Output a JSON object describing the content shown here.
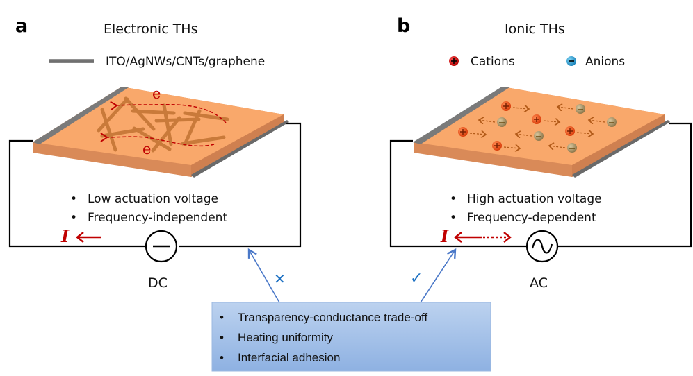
{
  "panels": {
    "a": {
      "letter": "a",
      "title": "Electronic THs",
      "legend_label": "ITO/AgNWs/CNTs/graphene",
      "electron_label_top": "e",
      "electron_label_bottom": "e",
      "bullets": [
        "Low actuation voltage",
        "Frequency-independent"
      ],
      "current_symbol": "I",
      "source_label": "DC",
      "source_icon": "dc-source-icon",
      "verdict_mark": "✕"
    },
    "b": {
      "letter": "b",
      "title": "Ionic THs",
      "legend_cation": "Cations",
      "legend_anion": "Anions",
      "bullets": [
        "High actuation voltage",
        "Frequency-dependent"
      ],
      "current_symbol": "I",
      "source_label": "AC",
      "source_icon": "ac-source-icon",
      "verdict_mark": "✓"
    }
  },
  "challenges_box": {
    "items": [
      "Transparency-conductance trade-off",
      "Heating uniformity",
      "Interfacial adhesion"
    ]
  },
  "bullet_char": "•",
  "colors": {
    "film_top": "#f9a86b",
    "film_side": "#d98a58",
    "electrode": "#7a7a7a",
    "nanowire": "#c97a3a",
    "electron_path": "#c00000",
    "cation": "#e8450f",
    "anion": "#a08a5a",
    "ion_arrow": "#b25a18",
    "connector": "#4a78c8",
    "box_top": "#bad0ee",
    "box_bottom": "#8fb2e3"
  }
}
